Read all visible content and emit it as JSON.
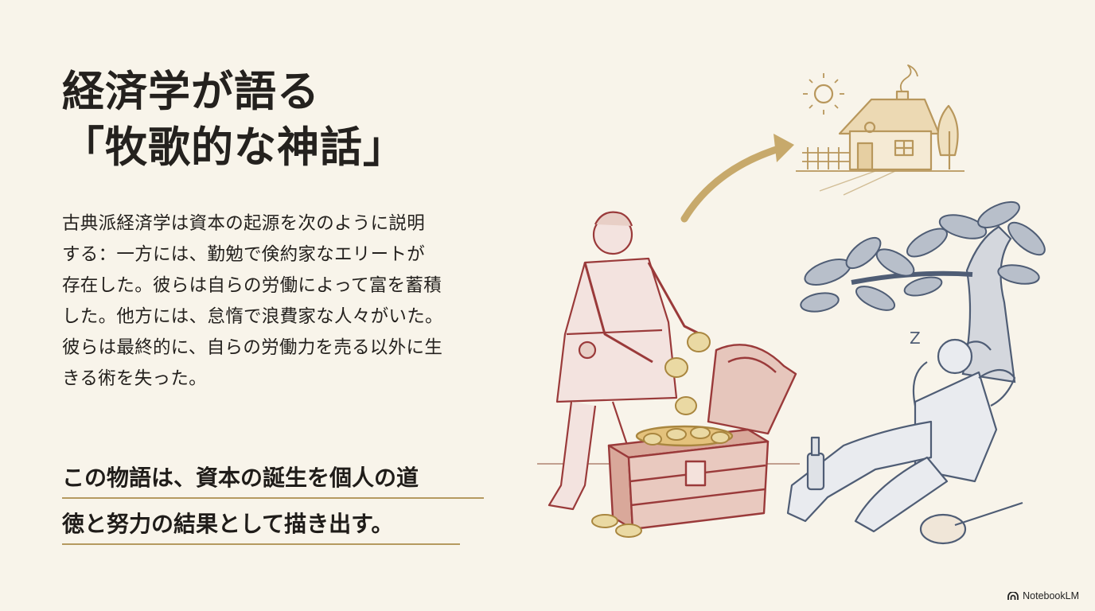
{
  "slide": {
    "title_lines": [
      "経済学が語る",
      "「牧歌的な神話」"
    ],
    "body_lines": [
      "古典派経済学は資本の起源を次のように説明",
      "する：一方には、勤勉で倹約家なエリートが",
      "存在した。彼らは自らの労働によって富を蓄積",
      "した。他方には、怠惰で浪費家な人々がいた。",
      "彼らは最終的に、自らの労働力を売る以外に生",
      "きる術を失った。"
    ],
    "conclusion_lines": [
      "この物語は、資本の誕生を個人の道",
      "徳と努力の結果として描き出す。"
    ],
    "illustration_labels": {
      "zzz": "Z"
    }
  },
  "branding": {
    "badge_label": "NotebookLM"
  },
  "colors": {
    "background": "#f8f4ea",
    "text": "#24211e",
    "accent_gold": "#b59a60",
    "industrious_red": "#9a3a3a",
    "idle_blue": "#4f5d75"
  }
}
